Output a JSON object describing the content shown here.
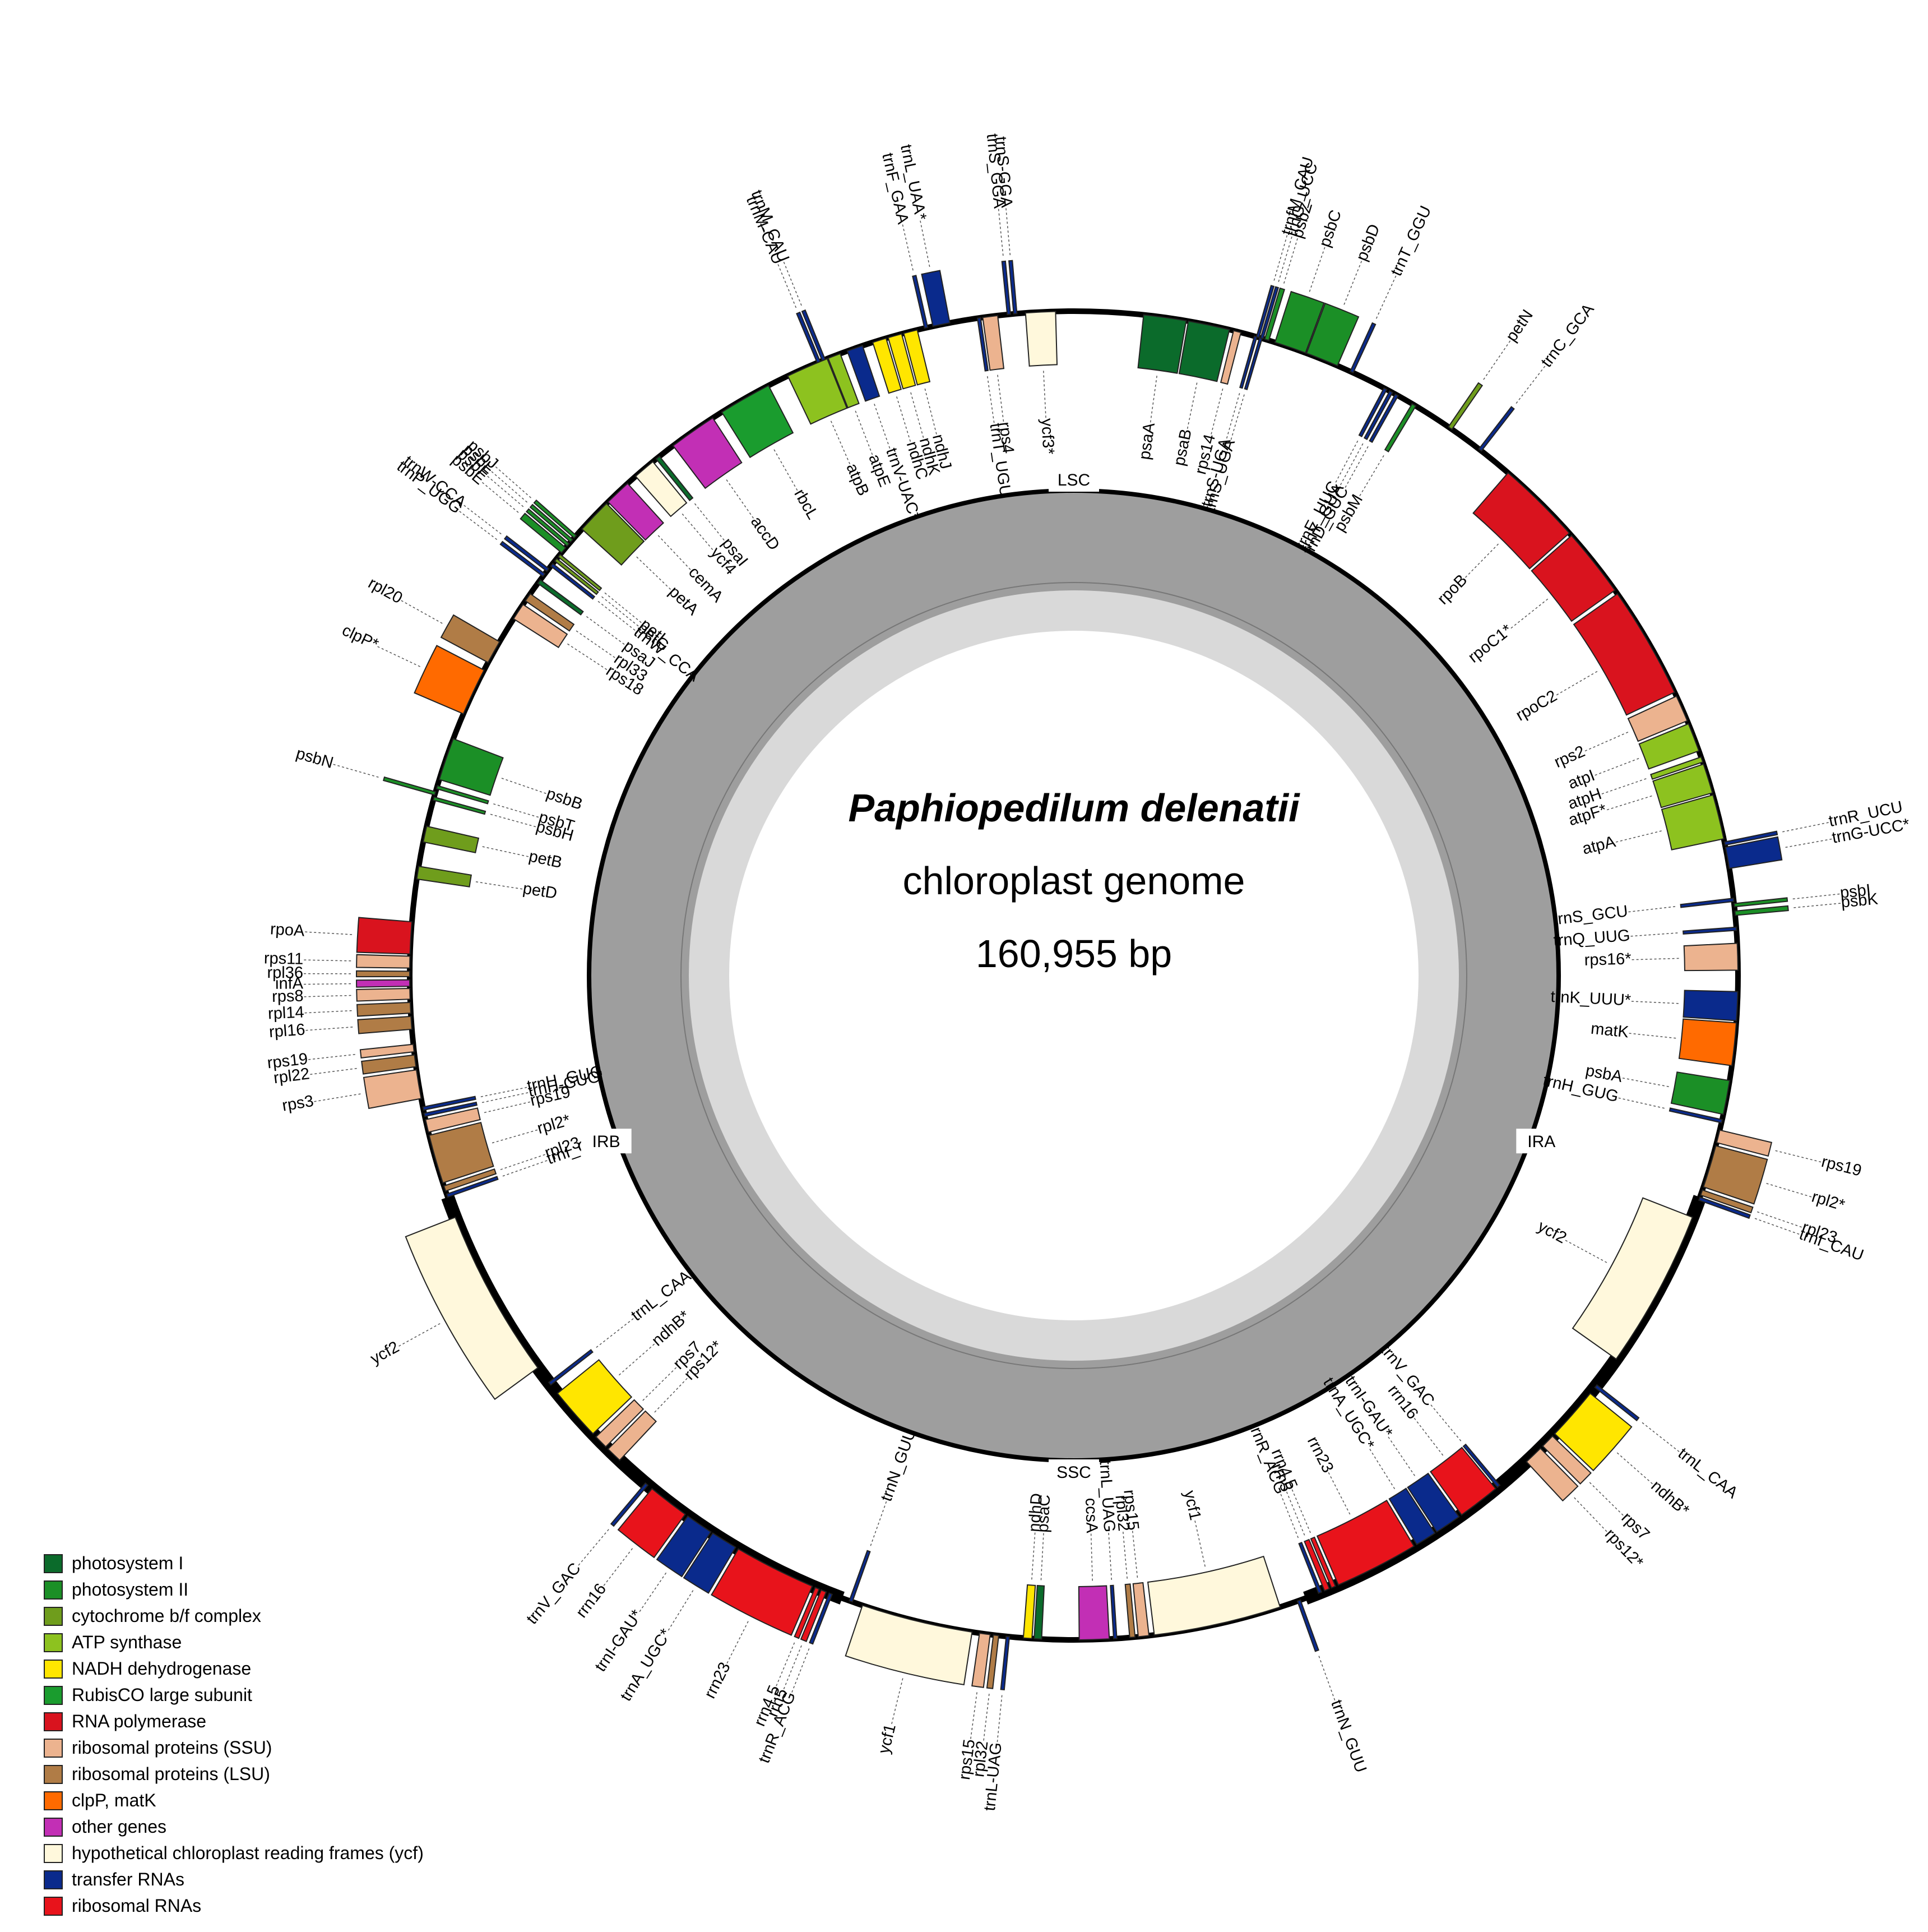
{
  "title": {
    "species": "Paphiopedilum delenatii",
    "subtitle": "chloroplast genome",
    "size": "160,955 bp"
  },
  "regions": [
    "LSC",
    "IRA",
    "SSC",
    "IRB"
  ],
  "legend": [
    {
      "label": "photosystem I",
      "color": "#0b6b2b"
    },
    {
      "label": "photosystem II",
      "color": "#1b8f26"
    },
    {
      "label": "cytochrome b/f complex",
      "color": "#6f9d1c"
    },
    {
      "label": "ATP synthase",
      "color": "#8dc21f"
    },
    {
      "label": "NADH dehydrogenase",
      "color": "#ffe600"
    },
    {
      "label": "RubisCO large subunit",
      "color": "#1a9c2e"
    },
    {
      "label": "RNA polymerase",
      "color": "#d9131e"
    },
    {
      "label": "ribosomal proteins (SSU)",
      "color": "#ecb38f"
    },
    {
      "label": "ribosomal proteins (LSU)",
      "color": "#b07c46"
    },
    {
      "label": "clpP, matK",
      "color": "#ff6a00"
    },
    {
      "label": "other genes",
      "color": "#c22fb5"
    },
    {
      "label": "hypothetical chloroplast reading frames (ycf)",
      "color": "#fff8dc"
    },
    {
      "label": "transfer RNAs",
      "color": "#0a2a8c"
    },
    {
      "label": "ribosomal RNAs",
      "color": "#e8131b"
    }
  ],
  "genes": [
    {
      "name": "psaA",
      "cat": 0,
      "s": 6.5,
      "e": 10.5,
      "out": false
    },
    {
      "name": "psaB",
      "cat": 0,
      "s": 10.7,
      "e": 14.6,
      "out": false
    },
    {
      "name": "rps14",
      "cat": 7,
      "s": 15.0,
      "e": 15.7,
      "out": false
    },
    {
      "name": "trnS-UGA",
      "cat": 12,
      "s": 17.0,
      "e": 17.25,
      "out": false
    },
    {
      "name": "trnS_UGA",
      "cat": 12,
      "s": 17.5,
      "e": 17.75,
      "out": false
    },
    {
      "name": "trnfM_CAU",
      "cat": 12,
      "s": 17.2,
      "e": 17.45,
      "out": true
    },
    {
      "name": "trnG_UCC",
      "cat": 12,
      "s": 17.6,
      "e": 17.85,
      "out": true
    },
    {
      "name": "psbZ",
      "cat": 1,
      "s": 18.0,
      "e": 18.4,
      "out": true
    },
    {
      "name": "psbC",
      "cat": 1,
      "s": 19.0,
      "e": 22.0,
      "out": true
    },
    {
      "name": "psbD",
      "cat": 1,
      "s": 22.1,
      "e": 25.2,
      "out": true
    },
    {
      "name": "trnT_GGU",
      "cat": 12,
      "s": 26.5,
      "e": 26.8,
      "out": true
    },
    {
      "name": "trnE_UUC",
      "cat": 12,
      "s": 30.0,
      "e": 30.3,
      "out": false
    },
    {
      "name": "trnY_GUA",
      "cat": 12,
      "s": 30.6,
      "e": 30.9,
      "out": false
    },
    {
      "name": "trnD_GUC",
      "cat": 12,
      "s": 31.2,
      "e": 31.5,
      "out": false
    },
    {
      "name": "psbM",
      "cat": 1,
      "s": 33.0,
      "e": 33.4,
      "out": false
    },
    {
      "name": "petN",
      "cat": 2,
      "s": 37.0,
      "e": 37.4,
      "out": true
    },
    {
      "name": "trnC_GCA",
      "cat": 12,
      "s": 40.5,
      "e": 40.8,
      "out": true
    },
    {
      "name": "rpoB",
      "cat": 6,
      "s": 44.0,
      "e": 52.0,
      "out": false
    },
    {
      "name": "rpoC1*",
      "cat": 6,
      "s": 52.3,
      "e": 58.8,
      "out": false
    },
    {
      "name": "rpoC2",
      "cat": 6,
      "s": 59.2,
      "e": 69.8,
      "out": false
    },
    {
      "name": "rps2",
      "cat": 7,
      "s": 70.2,
      "e": 72.7,
      "out": false
    },
    {
      "name": "atpI",
      "cat": 3,
      "s": 73.0,
      "e": 75.7,
      "out": false
    },
    {
      "name": "atpH",
      "cat": 3,
      "s": 76.3,
      "e": 76.8,
      "out": false
    },
    {
      "name": "atpF*",
      "cat": 3,
      "s": 77.0,
      "e": 79.8,
      "out": false
    },
    {
      "name": "atpA",
      "cat": 3,
      "s": 80.0,
      "e": 84.2,
      "out": false
    },
    {
      "name": "trnR_UCU",
      "cat": 12,
      "s": 84.5,
      "e": 84.8,
      "out": true
    },
    {
      "name": "trnG-UCC*",
      "cat": 12,
      "s": 85.0,
      "e": 87.0,
      "out": true
    },
    {
      "name": "trnS_GCU",
      "cat": 12,
      "s": 89.8,
      "e": 90.1,
      "out": false
    },
    {
      "name": "psbI",
      "cat": 1,
      "s": 90.3,
      "e": 90.6,
      "out": true
    },
    {
      "name": "psbK",
      "cat": 1,
      "s": 91.0,
      "e": 91.4,
      "out": true
    },
    {
      "name": "trnQ_UUG",
      "cat": 12,
      "s": 92.5,
      "e": 92.8,
      "out": false
    },
    {
      "name": "rps16*",
      "cat": 7,
      "s": 94.0,
      "e": 96.5,
      "out": false
    },
    {
      "name": "trnK_UUU*",
      "cat": 12,
      "s": 98.5,
      "e": 101.2,
      "out": false
    },
    {
      "name": "matK",
      "cat": 9,
      "s": 101.4,
      "e": 105.4,
      "out": false
    },
    {
      "name": "psbA",
      "cat": 1,
      "s": 106.8,
      "e": 110.0,
      "out": false
    },
    {
      "name": "trnH_GUG",
      "cat": 12,
      "s": 110.5,
      "e": 110.8,
      "out": false
    },
    {
      "name": "rps19",
      "cat": 7,
      "s": 111.5,
      "e": 112.7,
      "out": true
    },
    {
      "name": "rpl2*",
      "cat": 8,
      "s": 113.0,
      "e": 117.0,
      "out": true
    },
    {
      "name": "rpl23",
      "cat": 8,
      "s": 117.3,
      "e": 117.8,
      "out": true
    },
    {
      "name": "trnI_CAU",
      "cat": 12,
      "s": 118.0,
      "e": 118.3,
      "out": true
    },
    {
      "name": "ycf2",
      "cat": 11,
      "s": 120.0,
      "e": 135.0,
      "out": false
    },
    {
      "name": "trnL_CAA",
      "cat": 12,
      "s": 138.0,
      "e": 138.3,
      "out": true
    },
    {
      "name": "ndhB*",
      "cat": 4,
      "s": 139.0,
      "e": 144.0,
      "out": true
    },
    {
      "name": "rps7",
      "cat": 7,
      "s": 144.3,
      "e": 145.6,
      "out": true
    },
    {
      "name": "rps12*",
      "cat": 7,
      "s": 145.9,
      "e": 147.7,
      "out": true
    },
    {
      "name": "trnV_GAC",
      "cat": 12,
      "s": 151.0,
      "e": 151.3,
      "out": false
    },
    {
      "name": "rrn16",
      "cat": 13,
      "s": 151.5,
      "e": 155.5,
      "out": false
    },
    {
      "name": "trnI-GAU*",
      "cat": 12,
      "s": 155.8,
      "e": 158.3,
      "out": false
    },
    {
      "name": "trnA_UGC*",
      "cat": 12,
      "s": 158.5,
      "e": 160.5,
      "out": false
    },
    {
      "name": "rrn23",
      "cat": 13,
      "s": 160.8,
      "e": 168.7,
      "out": false
    },
    {
      "name": "rrn4.5",
      "cat": 13,
      "s": 169.0,
      "e": 169.4,
      "out": false
    },
    {
      "name": "rrn5",
      "cat": 13,
      "s": 169.6,
      "e": 170.1,
      "out": false
    },
    {
      "name": "trnR_ACG",
      "cat": 12,
      "s": 170.4,
      "e": 170.7,
      "out": false
    },
    {
      "name": "trnN_GUU",
      "cat": 12,
      "s": 172.5,
      "e": 172.8,
      "out": true
    },
    {
      "name": "ycf1",
      "cat": 11,
      "s": 174.5,
      "e": 186.5,
      "out": false
    },
    {
      "name": "rps15",
      "cat": 7,
      "s": 187.0,
      "e": 188.0,
      "out": false
    },
    {
      "name": "rpl32",
      "cat": 8,
      "s": 188.3,
      "e": 188.8,
      "out": false
    },
    {
      "name": "trnL_UAG",
      "cat": 12,
      "s": 190.0,
      "e": 190.3,
      "out": false
    },
    {
      "name": "ccsA",
      "cat": 10,
      "s": 190.7,
      "e": 193.5,
      "out": false
    },
    {
      "name": "psaC",
      "cat": 0,
      "s": 197.0,
      "e": 197.7,
      "out": false
    },
    {
      "name": "ndhD",
      "cat": 4,
      "s": 197.9,
      "e": 198.7,
      "out": false
    },
    {
      "name": "trnL-UAG",
      "cat": 12,
      "s": 200.0,
      "e": 200.3,
      "out": true
    },
    {
      "name": "rpl32",
      "cat": 8,
      "s": 201.0,
      "e": 201.5,
      "out": true
    },
    {
      "name": "rps15",
      "cat": 7,
      "s": 201.8,
      "e": 202.8,
      "out": true
    },
    {
      "name": "ycf1",
      "cat": 11,
      "s": 203.5,
      "e": 214.0,
      "out": true
    },
    {
      "name": "trnN_GUU",
      "cat": 12,
      "s": 215.0,
      "e": 215.3,
      "out": false
    },
    {
      "name": "trnR_ACG",
      "cat": 12,
      "s": 217.0,
      "e": 217.3,
      "out": true
    },
    {
      "name": "rrn5",
      "cat": 13,
      "s": 217.6,
      "e": 218.1,
      "out": true
    },
    {
      "name": "rrn4.5",
      "cat": 13,
      "s": 218.3,
      "e": 218.7,
      "out": true
    },
    {
      "name": "rrn23",
      "cat": 13,
      "s": 219.0,
      "e": 226.7,
      "out": true
    },
    {
      "name": "trnA_UGC*",
      "cat": 12,
      "s": 227.0,
      "e": 229.5,
      "out": true
    },
    {
      "name": "trnI-GAU*",
      "cat": 12,
      "s": 229.7,
      "e": 232.3,
      "out": true
    },
    {
      "name": "rrn16",
      "cat": 13,
      "s": 232.6,
      "e": 236.5,
      "out": true
    },
    {
      "name": "trnV_GAC",
      "cat": 12,
      "s": 237.0,
      "e": 237.3,
      "out": true
    },
    {
      "name": "rps12*",
      "cat": 7,
      "s": 240.5,
      "e": 242.0,
      "out": false
    },
    {
      "name": "rps7",
      "cat": 7,
      "s": 242.3,
      "e": 243.6,
      "out": false
    },
    {
      "name": "ndhB*",
      "cat": 4,
      "s": 244.0,
      "e": 249.0,
      "out": false
    },
    {
      "name": "trnL_CAA",
      "cat": 12,
      "s": 250.0,
      "e": 250.3,
      "out": false
    },
    {
      "name": "ycf2",
      "cat": 11,
      "s": 252.0,
      "e": 268.0,
      "out": true
    },
    {
      "name": "trnI_CAU",
      "cat": 12,
      "s": 270.0,
      "e": 270.3,
      "out": false
    },
    {
      "name": "rpl23",
      "cat": 8,
      "s": 270.6,
      "e": 271.1,
      "out": false
    },
    {
      "name": "rpl2*",
      "cat": 8,
      "s": 271.4,
      "e": 276.0,
      "out": false
    },
    {
      "name": "rps19",
      "cat": 7,
      "s": 276.3,
      "e": 277.5,
      "out": false
    },
    {
      "name": "trnH-GUG",
      "cat": 12,
      "s": 277.8,
      "e": 278.1,
      "out": false
    },
    {
      "name": "trnH_GUG",
      "cat": 12,
      "s": 278.4,
      "e": 278.7,
      "out": false
    },
    {
      "name": "rps3",
      "cat": 7,
      "s": 279.5,
      "e": 282.2,
      "out": true
    },
    {
      "name": "rpl22",
      "cat": 8,
      "s": 282.5,
      "e": 283.6,
      "out": true
    },
    {
      "name": "rps19",
      "cat": 7,
      "s": 283.9,
      "e": 284.6,
      "out": true
    },
    {
      "name": "rpl16",
      "cat": 8,
      "s": 286.0,
      "e": 287.2,
      "out": true
    },
    {
      "name": "rpl14",
      "cat": 8,
      "s": 287.5,
      "e": 288.5,
      "out": true
    },
    {
      "name": "rps8",
      "cat": 7,
      "s": 288.8,
      "e": 289.8,
      "out": true
    },
    {
      "name": "infA",
      "cat": 10,
      "s": 290.0,
      "e": 290.6,
      "out": true
    },
    {
      "name": "rpl36",
      "cat": 8,
      "s": 290.9,
      "e": 291.4,
      "out": true
    },
    {
      "name": "rps11",
      "cat": 7,
      "s": 291.7,
      "e": 292.8,
      "out": true
    },
    {
      "name": "rpoA",
      "cat": 6,
      "s": 293.0,
      "e": 296.0,
      "out": true
    },
    {
      "name": "petD",
      "cat": 2,
      "s": 300.0,
      "e": 301.2,
      "out": false
    },
    {
      "name": "petB",
      "cat": 2,
      "s": 303.5,
      "e": 305.0,
      "out": false
    },
    {
      "name": "psbH",
      "cat": 1,
      "s": 307.5,
      "e": 307.8,
      "out": false
    },
    {
      "name": "psbN",
      "cat": 1,
      "s": 308.0,
      "e": 308.3,
      "out": true
    },
    {
      "name": "psbT",
      "cat": 1,
      "s": 308.6,
      "e": 308.9,
      "out": false
    },
    {
      "name": "psbB",
      "cat": 1,
      "s": 309.5,
      "e": 313.5,
      "out": false
    },
    {
      "name": "clpP*",
      "cat": 9,
      "s": 316.0,
      "e": 320.5,
      "out": true
    },
    {
      "name": "rpl20",
      "cat": 8,
      "s": 321.3,
      "e": 323.5,
      "out": true
    },
    {
      "name": "rps18",
      "cat": 7,
      "s": 326.0,
      "e": 327.6,
      "out": false
    },
    {
      "name": "rpl33",
      "cat": 8,
      "s": 328.0,
      "e": 328.8,
      "out": false
    },
    {
      "name": "psaJ",
      "cat": 0,
      "s": 330.0,
      "e": 330.4,
      "out": false
    },
    {
      "name": "trnP_UGG",
      "cat": 12,
      "s": 330.8,
      "e": 331.1,
      "out": true
    },
    {
      "name": "trnW-CCA",
      "cat": 12,
      "s": 331.4,
      "e": 331.7,
      "out": true
    },
    {
      "name": "trnW_CCA",
      "cat": 12,
      "s": 332.0,
      "e": 332.3,
      "out": false
    },
    {
      "name": "petG",
      "cat": 2,
      "s": 332.6,
      "e": 332.9,
      "out": false
    },
    {
      "name": "petL",
      "cat": 2,
      "s": 333.1,
      "e": 333.4,
      "out": false
    },
    {
      "name": "psbE",
      "cat": 1,
      "s": 333.6,
      "e": 334.2,
      "out": true
    },
    {
      "name": "psbF",
      "cat": 1,
      "s": 334.4,
      "e": 334.7,
      "out": true
    },
    {
      "name": "psbL",
      "cat": 1,
      "s": 334.9,
      "e": 335.2,
      "out": true
    },
    {
      "name": "psbJ",
      "cat": 1,
      "s": 335.4,
      "e": 335.7,
      "out": true
    },
    {
      "name": "petA",
      "cat": 2,
      "s": 336.5,
      "e": 339.8,
      "out": false
    },
    {
      "name": "cemA",
      "cat": 10,
      "s": 340.0,
      "e": 342.5,
      "out": false
    },
    {
      "name": "ycf4",
      "cat": 11,
      "s": 343.5,
      "e": 345.6,
      "out": false
    },
    {
      "name": "psaI",
      "cat": 0,
      "s": 346.0,
      "e": 346.4,
      "out": false
    },
    {
      "name": "accD",
      "cat": 10,
      "s": 348.0,
      "e": 352.5,
      "out": false
    },
    {
      "name": "rbcL",
      "cat": 5,
      "s": 353.5,
      "e": 358.5,
      "out": false
    },
    {
      "name": "atpB",
      "cat": 3,
      "s": 360.5,
      "e": 364.5,
      "out": false
    },
    {
      "name": "atpE",
      "cat": 3,
      "s": 364.6,
      "e": 365.8,
      "out": false
    },
    {
      "name": "trnM-CAU",
      "cat": 12,
      "s": 363.5,
      "e": 363.8,
      "out": true
    },
    {
      "name": "trnM_CAU",
      "cat": 12,
      "s": 364.0,
      "e": 364.3,
      "out": true
    },
    {
      "name": "trnV-UAC*",
      "cat": 12,
      "s": 366.5,
      "e": 368.0,
      "out": false
    },
    {
      "name": "ndhC",
      "cat": 4,
      "s": 369.0,
      "e": 370.3,
      "out": false
    },
    {
      "name": "ndhK",
      "cat": 4,
      "s": 370.5,
      "e": 371.8,
      "out": false
    },
    {
      "name": "ndhJ",
      "cat": 4,
      "s": 372.0,
      "e": 373.3,
      "out": false
    },
    {
      "name": "trnF_GAA",
      "cat": 12,
      "s": 374.0,
      "e": 374.3,
      "out": true
    },
    {
      "name": "trnL_UAA*",
      "cat": 12,
      "s": 374.8,
      "e": 376.4,
      "out": true
    },
    {
      "name": "trnT_UGU",
      "cat": 12,
      "s": 379.0,
      "e": 379.3,
      "out": false
    },
    {
      "name": "rps4",
      "cat": 7,
      "s": 379.5,
      "e": 380.9,
      "out": false
    },
    {
      "name": "trnS_GGA",
      "cat": 12,
      "s": 381.8,
      "e": 382.1,
      "out": true
    },
    {
      "name": "trnS-GGA",
      "cat": 12,
      "s": 382.4,
      "e": 382.7,
      "out": true
    },
    {
      "name": "ycf3*",
      "cat": 11,
      "s": 383.5,
      "e": 386.3,
      "out": false
    }
  ]
}
